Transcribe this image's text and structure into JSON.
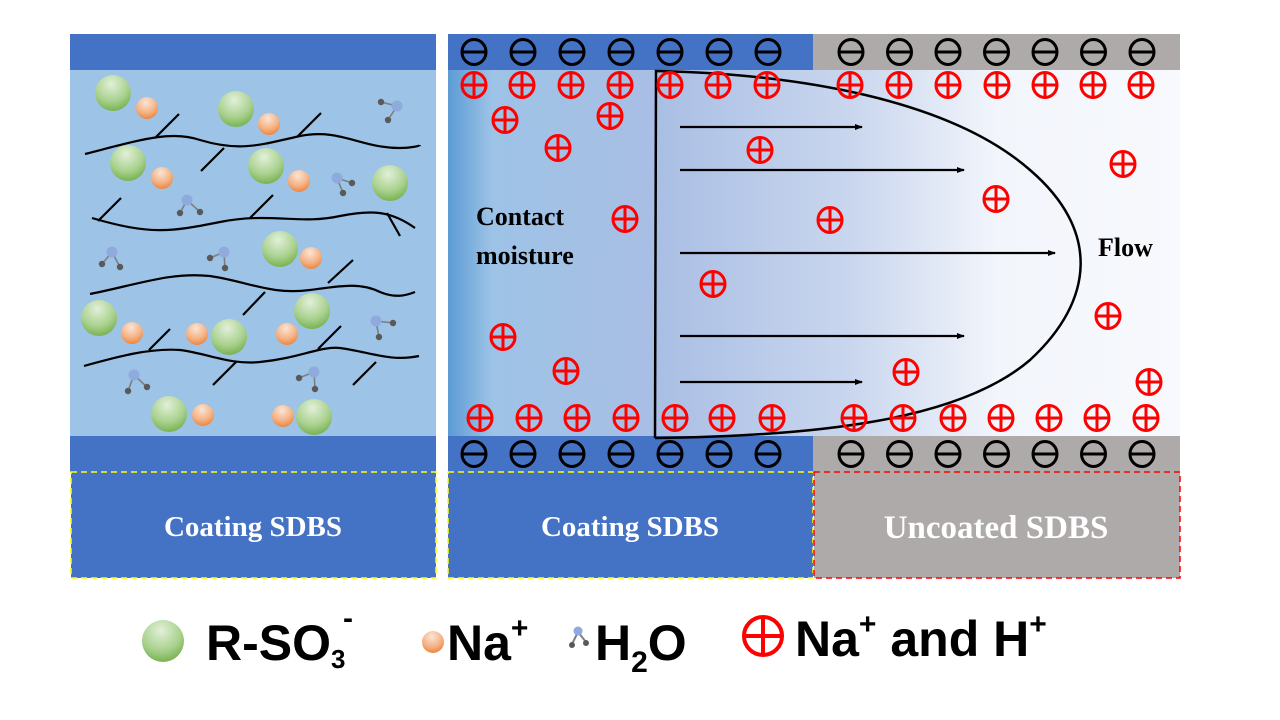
{
  "panels": {
    "left": {
      "substrate_label": "Coating SDBS",
      "substrate_color": "#4472C4",
      "fill_color": "#9DC3E6"
    },
    "right": {
      "coated_label": "Coating SDBS",
      "uncoated_label": "Uncoated SDBS",
      "coated_color": "#4472C4",
      "uncoated_color": "#AEAAAA",
      "contact_label_line1": "Contact",
      "contact_label_line2": "moisture",
      "flow_label": "Flow"
    }
  },
  "charges": {
    "negative_per_wall_coated": 7,
    "negative_per_wall_uncoated": 7,
    "positive_color": "#FF0000",
    "negative_color": "#000000"
  },
  "borders": {
    "coated_dash_color": "#FFFF00",
    "uncoated_dash_color": "#FF0000"
  },
  "legend": {
    "items": [
      {
        "icon": "green-sphere-icon",
        "label": "R-SO",
        "sub": "3",
        "sup": "-"
      },
      {
        "icon": "orange-sphere-icon",
        "label": "Na",
        "sup": "+"
      },
      {
        "icon": "water-molecule-icon",
        "label_prefix": "H",
        "sub": "2",
        "label_suffix": "O"
      },
      {
        "icon": "positive-charge-icon",
        "label": "Na",
        "sup": "+",
        "label_mid": " and H",
        "sup2": "+"
      }
    ]
  }
}
